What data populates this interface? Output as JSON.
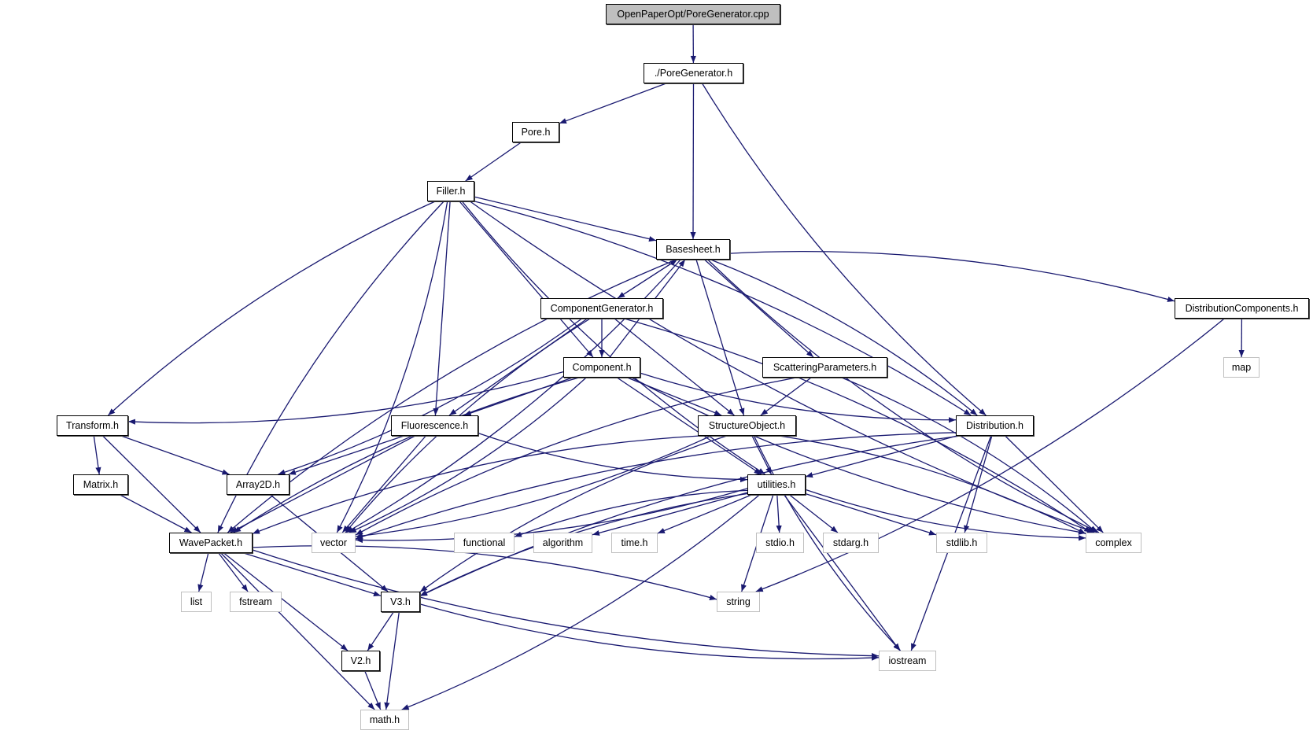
{
  "title": "OpenPaperOpt/PoreGenerator.cpp include dependency graph",
  "colors": {
    "edge": "#191970",
    "root_fill": "#bfbfbf",
    "local_border": "#000000",
    "system_border": "#bfbfbf"
  },
  "nodes": [
    {
      "id": "root",
      "label": "OpenPaperOpt/PoreGenerator.cpp",
      "kind": "root"
    },
    {
      "id": "poregen_h",
      "label": "./PoreGenerator.h",
      "kind": "local"
    },
    {
      "id": "pore_h",
      "label": "Pore.h",
      "kind": "local"
    },
    {
      "id": "filler_h",
      "label": "Filler.h",
      "kind": "local"
    },
    {
      "id": "basesheet_h",
      "label": "Basesheet.h",
      "kind": "local"
    },
    {
      "id": "compgen_h",
      "label": "ComponentGenerator.h",
      "kind": "local"
    },
    {
      "id": "component_h",
      "label": "Component.h",
      "kind": "local"
    },
    {
      "id": "scatter_h",
      "label": "ScatteringParameters.h",
      "kind": "local"
    },
    {
      "id": "distcomp_h",
      "label": "DistributionComponents.h",
      "kind": "local"
    },
    {
      "id": "map",
      "label": "map",
      "kind": "system"
    },
    {
      "id": "transform_h",
      "label": "Transform.h",
      "kind": "local"
    },
    {
      "id": "fluor_h",
      "label": "Fluorescence.h",
      "kind": "local"
    },
    {
      "id": "structobj_h",
      "label": "StructureObject.h",
      "kind": "local"
    },
    {
      "id": "distribution_h",
      "label": "Distribution.h",
      "kind": "local"
    },
    {
      "id": "matrix_h",
      "label": "Matrix.h",
      "kind": "local"
    },
    {
      "id": "array2d_h",
      "label": "Array2D.h",
      "kind": "local"
    },
    {
      "id": "utilities_h",
      "label": "utilities.h",
      "kind": "local"
    },
    {
      "id": "wavepacket_h",
      "label": "WavePacket.h",
      "kind": "local"
    },
    {
      "id": "vector",
      "label": "vector",
      "kind": "system"
    },
    {
      "id": "functional",
      "label": "functional",
      "kind": "system"
    },
    {
      "id": "algorithm",
      "label": "algorithm",
      "kind": "system"
    },
    {
      "id": "time_h",
      "label": "time.h",
      "kind": "system"
    },
    {
      "id": "stdio_h",
      "label": "stdio.h",
      "kind": "system"
    },
    {
      "id": "stdarg_h",
      "label": "stdarg.h",
      "kind": "system"
    },
    {
      "id": "stdlib_h",
      "label": "stdlib.h",
      "kind": "system"
    },
    {
      "id": "complex",
      "label": "complex",
      "kind": "system"
    },
    {
      "id": "list",
      "label": "list",
      "kind": "system"
    },
    {
      "id": "fstream",
      "label": "fstream",
      "kind": "system"
    },
    {
      "id": "v3_h",
      "label": "V3.h",
      "kind": "local"
    },
    {
      "id": "string",
      "label": "string",
      "kind": "system"
    },
    {
      "id": "v2_h",
      "label": "V2.h",
      "kind": "local"
    },
    {
      "id": "iostream",
      "label": "iostream",
      "kind": "system"
    },
    {
      "id": "math_h",
      "label": "math.h",
      "kind": "system"
    }
  ],
  "edges": [
    [
      "root",
      "poregen_h"
    ],
    [
      "poregen_h",
      "pore_h"
    ],
    [
      "poregen_h",
      "basesheet_h"
    ],
    [
      "poregen_h",
      "distribution_h"
    ],
    [
      "pore_h",
      "filler_h"
    ],
    [
      "filler_h",
      "basesheet_h"
    ],
    [
      "filler_h",
      "component_h"
    ],
    [
      "filler_h",
      "transform_h"
    ],
    [
      "filler_h",
      "fluor_h"
    ],
    [
      "filler_h",
      "utilities_h"
    ],
    [
      "filler_h",
      "distribution_h"
    ],
    [
      "filler_h",
      "wavepacket_h"
    ],
    [
      "filler_h",
      "vector"
    ],
    [
      "filler_h",
      "complex"
    ],
    [
      "basesheet_h",
      "compgen_h"
    ],
    [
      "basesheet_h",
      "scatter_h"
    ],
    [
      "basesheet_h",
      "distcomp_h"
    ],
    [
      "basesheet_h",
      "structobj_h"
    ],
    [
      "basesheet_h",
      "distribution_h"
    ],
    [
      "basesheet_h",
      "wavepacket_h"
    ],
    [
      "basesheet_h",
      "vector"
    ],
    [
      "basesheet_h",
      "complex"
    ],
    [
      "compgen_h",
      "basesheet_h"
    ],
    [
      "compgen_h",
      "component_h"
    ],
    [
      "compgen_h",
      "fluor_h"
    ],
    [
      "compgen_h",
      "structobj_h"
    ],
    [
      "compgen_h",
      "array2d_h"
    ],
    [
      "compgen_h",
      "vector"
    ],
    [
      "compgen_h",
      "complex"
    ],
    [
      "component_h",
      "basesheet_h"
    ],
    [
      "component_h",
      "transform_h"
    ],
    [
      "component_h",
      "fluor_h"
    ],
    [
      "component_h",
      "structobj_h"
    ],
    [
      "component_h",
      "distribution_h"
    ],
    [
      "component_h",
      "utilities_h"
    ],
    [
      "component_h",
      "wavepacket_h"
    ],
    [
      "component_h",
      "vector"
    ],
    [
      "component_h",
      "complex"
    ],
    [
      "scatter_h",
      "structobj_h"
    ],
    [
      "scatter_h",
      "vector"
    ],
    [
      "scatter_h",
      "complex"
    ],
    [
      "distcomp_h",
      "map"
    ],
    [
      "distcomp_h",
      "string"
    ],
    [
      "transform_h",
      "matrix_h"
    ],
    [
      "transform_h",
      "array2d_h"
    ],
    [
      "transform_h",
      "wavepacket_h"
    ],
    [
      "fluor_h",
      "array2d_h"
    ],
    [
      "fluor_h",
      "wavepacket_h"
    ],
    [
      "fluor_h",
      "vector"
    ],
    [
      "fluor_h",
      "utilities_h"
    ],
    [
      "structobj_h",
      "utilities_h"
    ],
    [
      "structobj_h",
      "wavepacket_h"
    ],
    [
      "structobj_h",
      "vector"
    ],
    [
      "structobj_h",
      "v3_h"
    ],
    [
      "structobj_h",
      "complex"
    ],
    [
      "structobj_h",
      "iostream"
    ],
    [
      "distribution_h",
      "utilities_h"
    ],
    [
      "distribution_h",
      "vector"
    ],
    [
      "distribution_h",
      "stdlib_h"
    ],
    [
      "distribution_h",
      "complex"
    ],
    [
      "distribution_h",
      "iostream"
    ],
    [
      "distribution_h",
      "v3_h"
    ],
    [
      "matrix_h",
      "wavepacket_h"
    ],
    [
      "array2d_h",
      "v3_h"
    ],
    [
      "utilities_h",
      "vector"
    ],
    [
      "utilities_h",
      "functional"
    ],
    [
      "utilities_h",
      "algorithm"
    ],
    [
      "utilities_h",
      "time_h"
    ],
    [
      "utilities_h",
      "stdio_h"
    ],
    [
      "utilities_h",
      "stdarg_h"
    ],
    [
      "utilities_h",
      "stdlib_h"
    ],
    [
      "utilities_h",
      "complex"
    ],
    [
      "utilities_h",
      "string"
    ],
    [
      "utilities_h",
      "iostream"
    ],
    [
      "utilities_h",
      "math_h"
    ],
    [
      "utilities_h",
      "v3_h"
    ],
    [
      "wavepacket_h",
      "list"
    ],
    [
      "wavepacket_h",
      "fstream"
    ],
    [
      "wavepacket_h",
      "v3_h"
    ],
    [
      "wavepacket_h",
      "v2_h"
    ],
    [
      "wavepacket_h",
      "string"
    ],
    [
      "wavepacket_h",
      "iostream"
    ],
    [
      "wavepacket_h",
      "math_h"
    ],
    [
      "v3_h",
      "v2_h"
    ],
    [
      "v3_h",
      "math_h"
    ],
    [
      "v3_h",
      "iostream"
    ],
    [
      "v2_h",
      "math_h"
    ]
  ]
}
